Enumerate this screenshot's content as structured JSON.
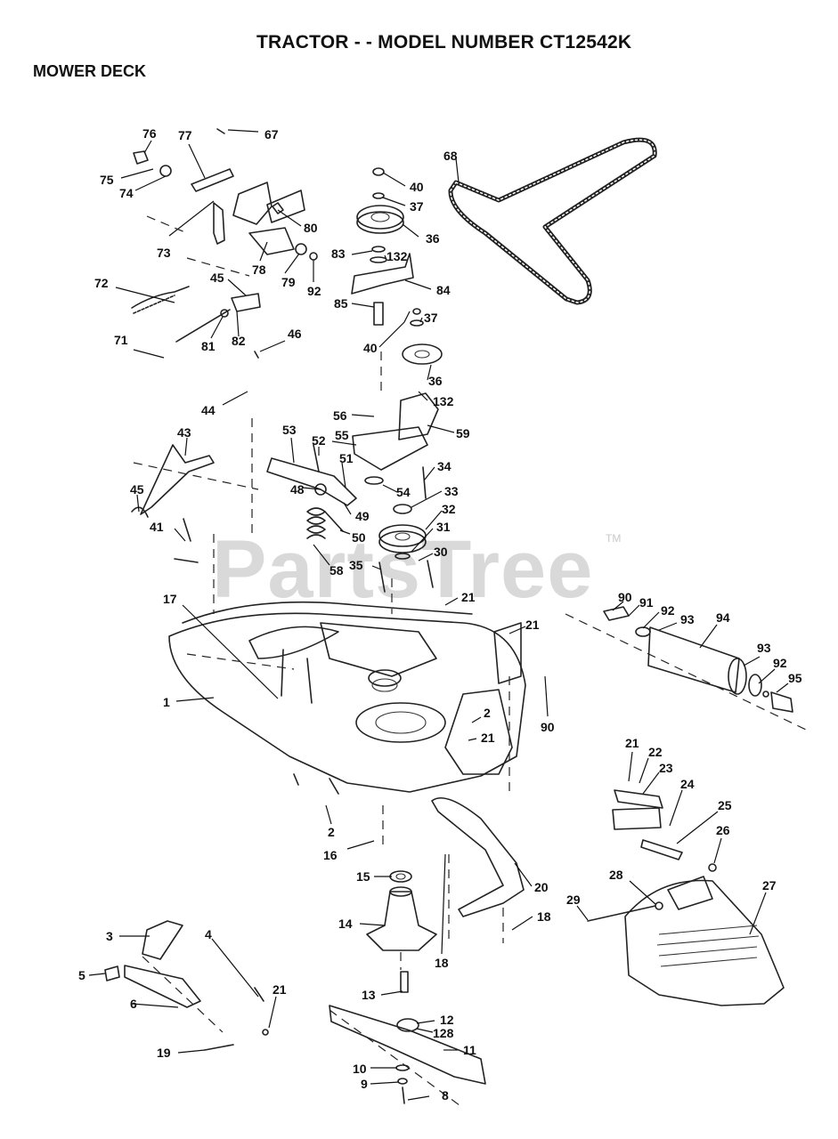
{
  "header": {
    "title": "TRACTOR - - MODEL NUMBER CT12542K",
    "section": "MOWER DECK"
  },
  "watermark": {
    "text": "PartsTree",
    "tm": "TM"
  },
  "callouts": [
    {
      "id": "c67",
      "text": "67"
    },
    {
      "id": "c76",
      "text": "76"
    },
    {
      "id": "c77",
      "text": "77"
    },
    {
      "id": "c75",
      "text": "75"
    },
    {
      "id": "c74",
      "text": "74"
    },
    {
      "id": "c73",
      "text": "73"
    },
    {
      "id": "c80",
      "text": "80"
    },
    {
      "id": "c78",
      "text": "78"
    },
    {
      "id": "c79",
      "text": "79"
    },
    {
      "id": "c92a",
      "text": "92"
    },
    {
      "id": "c72",
      "text": "72"
    },
    {
      "id": "c45a",
      "text": "45"
    },
    {
      "id": "c81",
      "text": "81"
    },
    {
      "id": "c82",
      "text": "82"
    },
    {
      "id": "c71",
      "text": "71"
    },
    {
      "id": "c46",
      "text": "46"
    },
    {
      "id": "c44",
      "text": "44"
    },
    {
      "id": "c40a",
      "text": "40"
    },
    {
      "id": "c37a",
      "text": "37"
    },
    {
      "id": "c36a",
      "text": "36"
    },
    {
      "id": "c83",
      "text": "83"
    },
    {
      "id": "c132a",
      "text": "132"
    },
    {
      "id": "c84",
      "text": "84"
    },
    {
      "id": "c85",
      "text": "85"
    },
    {
      "id": "c37b",
      "text": "37"
    },
    {
      "id": "c40b",
      "text": "40"
    },
    {
      "id": "c36b",
      "text": "36"
    },
    {
      "id": "c132b",
      "text": "132"
    },
    {
      "id": "c68",
      "text": "68"
    },
    {
      "id": "c56",
      "text": "56"
    },
    {
      "id": "c59",
      "text": "59"
    },
    {
      "id": "c53",
      "text": "53"
    },
    {
      "id": "c52",
      "text": "52"
    },
    {
      "id": "c55",
      "text": "55"
    },
    {
      "id": "c43",
      "text": "43"
    },
    {
      "id": "c51",
      "text": "51"
    },
    {
      "id": "c34",
      "text": "34"
    },
    {
      "id": "c48",
      "text": "48"
    },
    {
      "id": "c54",
      "text": "54"
    },
    {
      "id": "c33",
      "text": "33"
    },
    {
      "id": "c45b",
      "text": "45"
    },
    {
      "id": "c49",
      "text": "49"
    },
    {
      "id": "c32",
      "text": "32"
    },
    {
      "id": "c41",
      "text": "41"
    },
    {
      "id": "c50",
      "text": "50"
    },
    {
      "id": "c31",
      "text": "31"
    },
    {
      "id": "c58",
      "text": "58"
    },
    {
      "id": "c35",
      "text": "35"
    },
    {
      "id": "c30",
      "text": "30"
    },
    {
      "id": "c17",
      "text": "17"
    },
    {
      "id": "c21a",
      "text": "21"
    },
    {
      "id": "c90a",
      "text": "90"
    },
    {
      "id": "c91",
      "text": "91"
    },
    {
      "id": "c92b",
      "text": "92"
    },
    {
      "id": "c93a",
      "text": "93"
    },
    {
      "id": "c94",
      "text": "94"
    },
    {
      "id": "c21b",
      "text": "21"
    },
    {
      "id": "c93b",
      "text": "93"
    },
    {
      "id": "c92c",
      "text": "92"
    },
    {
      "id": "c95",
      "text": "95"
    },
    {
      "id": "c1",
      "text": "1"
    },
    {
      "id": "c2a",
      "text": "2"
    },
    {
      "id": "c21c",
      "text": "21"
    },
    {
      "id": "c90b",
      "text": "90"
    },
    {
      "id": "c21d",
      "text": "21"
    },
    {
      "id": "c22",
      "text": "22"
    },
    {
      "id": "c23",
      "text": "23"
    },
    {
      "id": "c24",
      "text": "24"
    },
    {
      "id": "c25",
      "text": "25"
    },
    {
      "id": "c26",
      "text": "26"
    },
    {
      "id": "c2b",
      "text": "2"
    },
    {
      "id": "c16",
      "text": "16"
    },
    {
      "id": "c15",
      "text": "15"
    },
    {
      "id": "c20",
      "text": "20"
    },
    {
      "id": "c28",
      "text": "28"
    },
    {
      "id": "c27",
      "text": "27"
    },
    {
      "id": "c29",
      "text": "29"
    },
    {
      "id": "c14",
      "text": "14"
    },
    {
      "id": "c18a",
      "text": "18"
    },
    {
      "id": "c18b",
      "text": "18"
    },
    {
      "id": "c3",
      "text": "3"
    },
    {
      "id": "c4",
      "text": "4"
    },
    {
      "id": "c5",
      "text": "5"
    },
    {
      "id": "c6",
      "text": "6"
    },
    {
      "id": "c21e",
      "text": "21"
    },
    {
      "id": "c13",
      "text": "13"
    },
    {
      "id": "c12",
      "text": "12"
    },
    {
      "id": "c128",
      "text": "128"
    },
    {
      "id": "c19",
      "text": "19"
    },
    {
      "id": "c11",
      "text": "11"
    },
    {
      "id": "c10",
      "text": "10"
    },
    {
      "id": "c9",
      "text": "9"
    },
    {
      "id": "c8",
      "text": "8"
    }
  ]
}
